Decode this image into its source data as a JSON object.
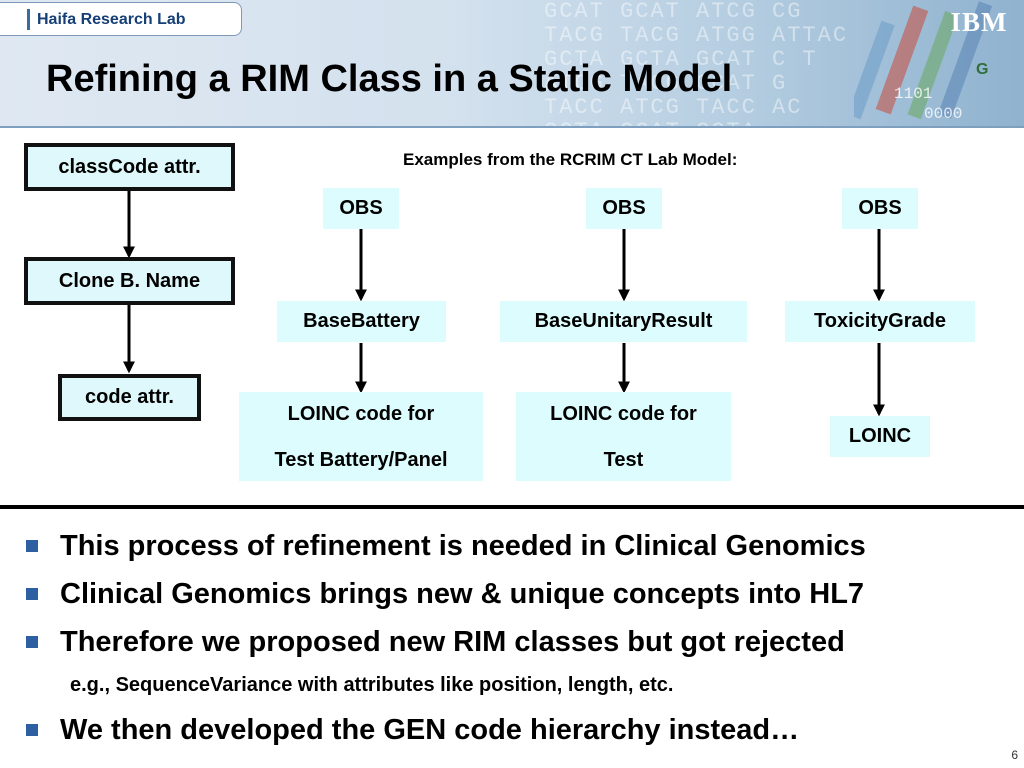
{
  "header": {
    "lab_name": "Haifa Research Lab",
    "logo_text": "IBM",
    "title": "Refining a RIM Class in a Static Model"
  },
  "diagram": {
    "caption": "Examples from the RCRIM CT Lab Model:",
    "left_chain": [
      "classCode attr.",
      "Clone B. Name",
      "code attr."
    ],
    "examples": [
      {
        "top": "OBS",
        "middle": "BaseBattery",
        "bottom": [
          "LOINC code for",
          "Test Battery/Panel"
        ]
      },
      {
        "top": "OBS",
        "middle": "BaseUnitaryResult",
        "bottom": [
          "LOINC code for",
          "Test"
        ]
      },
      {
        "top": "OBS",
        "middle": "ToxicityGrade",
        "bottom": [
          "LOINC"
        ]
      }
    ]
  },
  "bullets": [
    "This process of refinement is needed in Clinical Genomics",
    "Clinical Genomics brings new & unique concepts into HL7",
    "Therefore we proposed new RIM classes but got rejected",
    "We then developed the GEN code hierarchy instead…"
  ],
  "sub_bullet": "e.g., SequenceVariance with attributes like position, length, etc.",
  "page_number": "6",
  "colors": {
    "bullet": "#2f5fa3",
    "box_fill": "#dcfcfd",
    "title_text": "#000000",
    "lab_text": "#163f76"
  }
}
